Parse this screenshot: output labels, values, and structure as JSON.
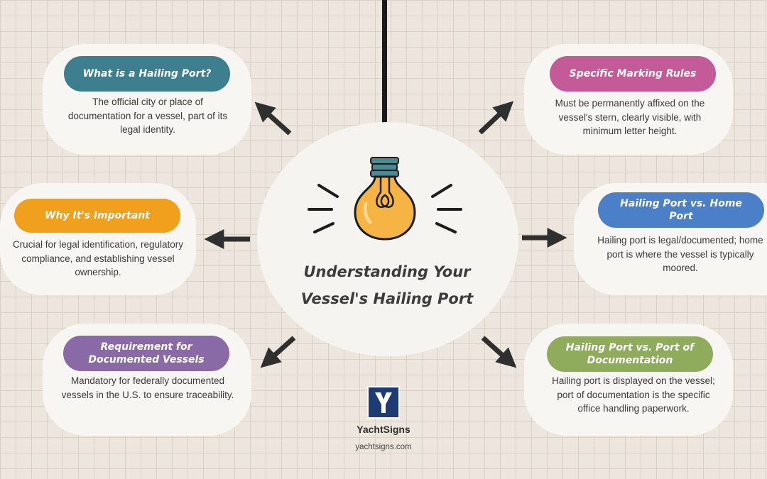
{
  "title": {
    "line1": "Understanding Your",
    "line2": "Vessel's Hailing Port"
  },
  "nodes": [
    {
      "id": "what-is",
      "title": "What is a Hailing Port?",
      "text": "The official city or place of documentation for a vessel, part of its legal identity.",
      "color": "#3d7f8e"
    },
    {
      "id": "why-important",
      "title": "Why It's Important",
      "text": "Crucial for legal identification, regulatory compliance, and establishing vessel ownership.",
      "color": "#f0a01c"
    },
    {
      "id": "requirement",
      "title": "Requirement for Documented Vessels",
      "text": "Mandatory for federally documented vessels in the U.S. to ensure traceability.",
      "color": "#8a6aa6"
    },
    {
      "id": "marking-rules",
      "title": "Specific Marking Rules",
      "text": "Must be permanently affixed on the vessel's stern, clearly visible, with minimum letter height.",
      "color": "#c45a98"
    },
    {
      "id": "vs-home",
      "title": "Hailing Port vs. Home Port",
      "text": "Hailing port is legal/documented; home port is where the vessel is typically moored.",
      "color": "#4b7fc8"
    },
    {
      "id": "vs-documentation",
      "title": "Hailing Port vs. Port of Documentation",
      "text": "Hailing port is displayed on the vessel; port of documentation is the specific office handling paperwork.",
      "color": "#8fab5c"
    }
  ],
  "brand": {
    "logo_letter": "Y",
    "name": "YachtSigns",
    "site": "yachtsigns.com"
  }
}
